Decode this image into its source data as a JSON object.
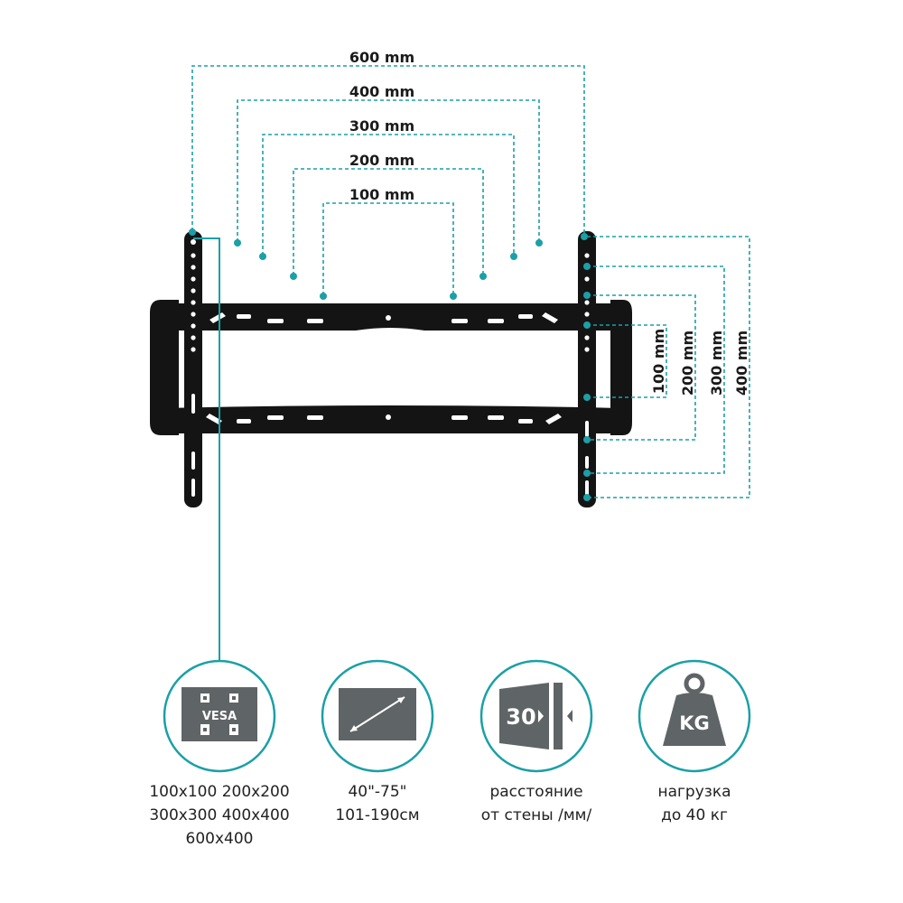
{
  "colors": {
    "accent": "#1aa0a6",
    "metal": "#141414",
    "panel": "#5f6466",
    "text": "#222222"
  },
  "horizontal_dims": [
    {
      "label": "600 mm"
    },
    {
      "label": "400 mm"
    },
    {
      "label": "300 mm"
    },
    {
      "label": "200 mm"
    },
    {
      "label": "100 mm"
    }
  ],
  "vertical_dims": [
    {
      "label": "100 mm"
    },
    {
      "label": "200 mm"
    },
    {
      "label": "300 mm"
    },
    {
      "label": "400 mm"
    }
  ],
  "features": [
    {
      "icon": "vesa-plate-icon",
      "icon_text": "VESA",
      "lines": [
        "100x100 200x200",
        "300x300 400x400",
        "600x400"
      ]
    },
    {
      "icon": "screen-diagonal-icon",
      "icon_text": "",
      "lines": [
        "40\"-75\"",
        "101-190см"
      ]
    },
    {
      "icon": "wall-distance-icon",
      "icon_text": "30",
      "lines": [
        "расстояние",
        "от стены /мм/"
      ]
    },
    {
      "icon": "weight-icon",
      "icon_text": "KG",
      "lines": [
        "нагрузка",
        "до 40 кг"
      ]
    }
  ]
}
